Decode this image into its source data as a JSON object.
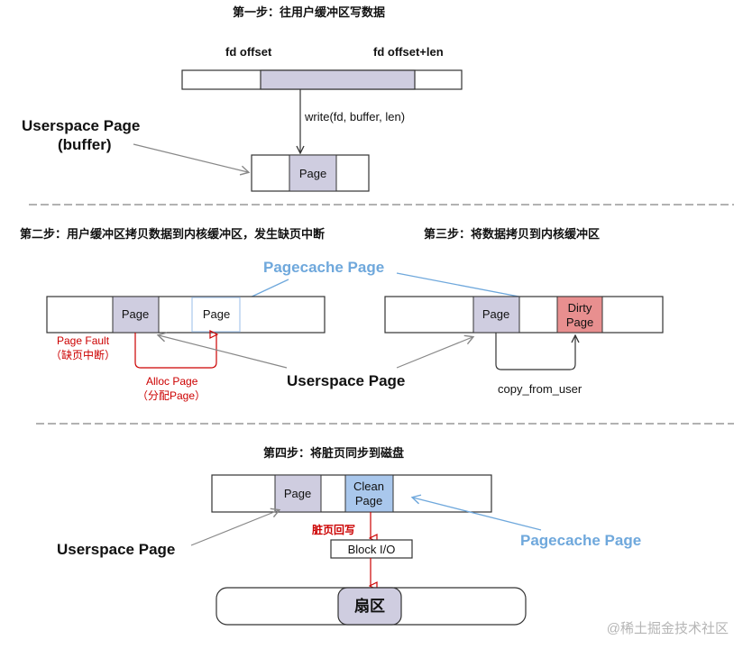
{
  "steps": {
    "step1": "第一步：往用户缓冲区写数据",
    "step2": "第二步：用户缓冲区拷贝数据到内核缓冲区，发生缺页中断",
    "step3": "第三步：将数据拷贝到内核缓冲区",
    "step4": "第四步：将脏页同步到磁盘"
  },
  "section1": {
    "fd_offset": "fd offset",
    "fd_offset_len": "fd offset+len",
    "write_call": "write(fd, buffer, len)",
    "userspace_page": "Userspace Page",
    "buffer": "(buffer)",
    "page": "Page"
  },
  "section2": {
    "pagecache_page": "Pagecache Page",
    "page_left": "Page",
    "page_right": "Page",
    "page_fault": "Page Fault",
    "page_fault_cn": "（缺页中断）",
    "alloc_page": "Alloc Page",
    "alloc_page_cn": "（分配Page）",
    "userspace_page": "Userspace Page"
  },
  "section3": {
    "page": "Page",
    "dirty1": "Dirty",
    "dirty2": "Page",
    "copy_from_user": "copy_from_user"
  },
  "section4": {
    "page": "Page",
    "clean1": "Clean",
    "clean2": "Page",
    "writeback": "脏页回写",
    "block_io": "Block I/O",
    "sector": "扇区",
    "userspace_page": "Userspace Page",
    "pagecache_page": "Pagecache Page"
  },
  "watermark": "@稀土掘金技术社区",
  "colors": {
    "page_fill": "#cfcde0",
    "dirty_fill": "#e88f8f",
    "clean_fill": "#a9c7ec",
    "blue_text": "#6fa8dc",
    "red": "#cc0000"
  }
}
